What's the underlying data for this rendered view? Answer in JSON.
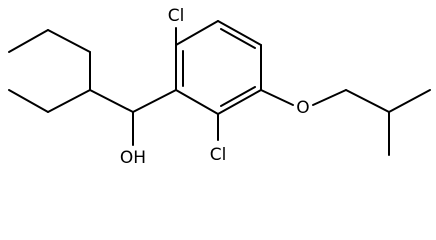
{
  "labels": {
    "cl_top": "Cl",
    "cl_bottom": "Cl",
    "oxygen": "O",
    "hydroxyl": "OH"
  }
}
